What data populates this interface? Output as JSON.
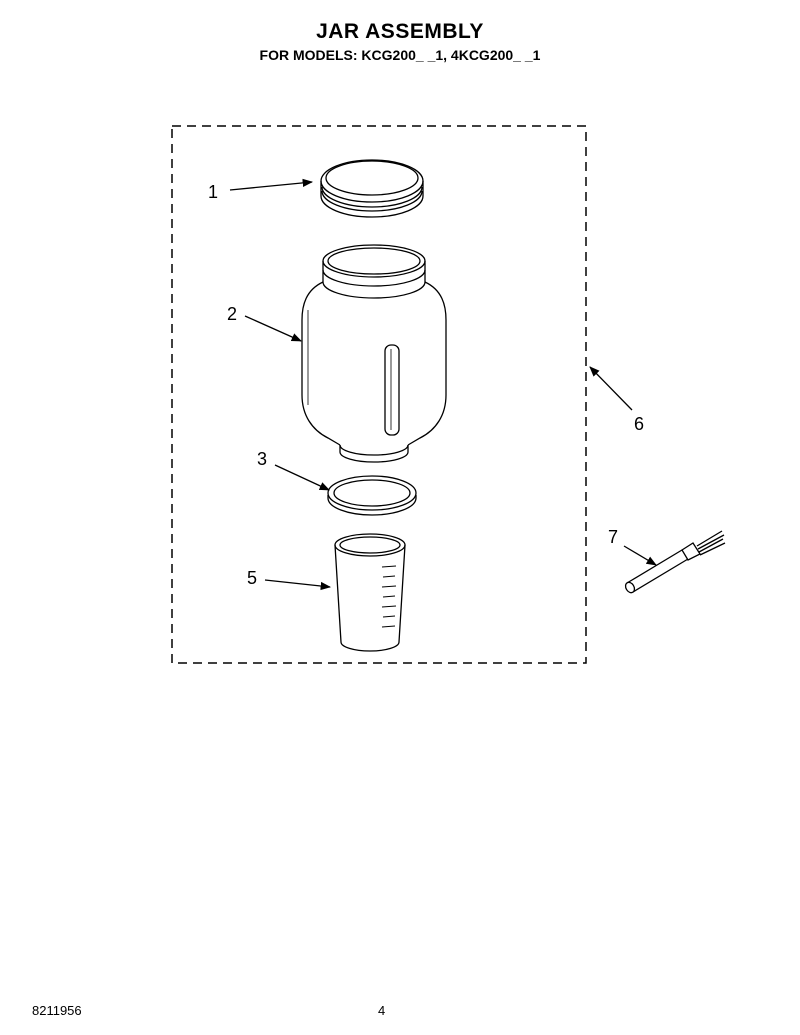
{
  "header": {
    "title": "JAR ASSEMBLY",
    "subtitle": "FOR MODELS: KCG200_ _1, 4KCG200_ _1"
  },
  "callouts": [
    "1",
    "2",
    "3",
    "5",
    "6",
    "7"
  ],
  "footer": {
    "part_number": "8211956",
    "page_number": "4"
  }
}
